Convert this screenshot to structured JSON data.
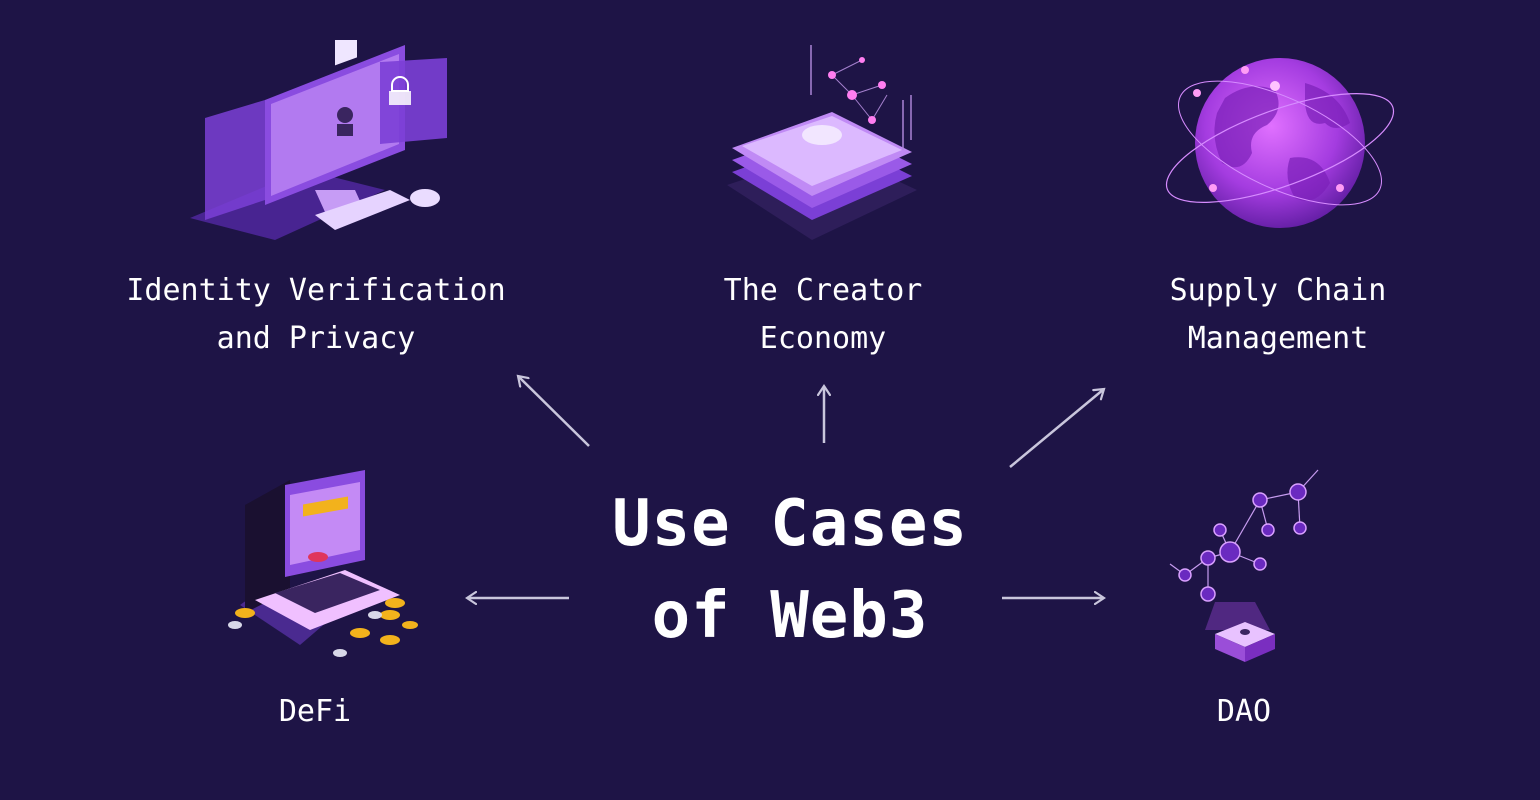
{
  "title": {
    "line1": "Use Cases",
    "line2": "of Web3"
  },
  "nodes": {
    "identity": {
      "line1": "Identity Verification",
      "line2": "and Privacy",
      "icon": "computer-lock-icon"
    },
    "creator": {
      "line1": "The Creator",
      "line2": "Economy",
      "icon": "tablet-chart-icon"
    },
    "supply": {
      "line1": "Supply Chain",
      "line2": "Management",
      "icon": "globe-network-icon"
    },
    "defi": {
      "line1": "DeFi",
      "icon": "laptop-wallet-icon"
    },
    "dao": {
      "line1": "DAO",
      "icon": "network-nodes-icon"
    }
  },
  "colors": {
    "background": "#1e1446",
    "accent": "#b04cf0",
    "arrow": "#c9c6dc",
    "text": "#ffffff",
    "coin": "#f2b21c"
  }
}
